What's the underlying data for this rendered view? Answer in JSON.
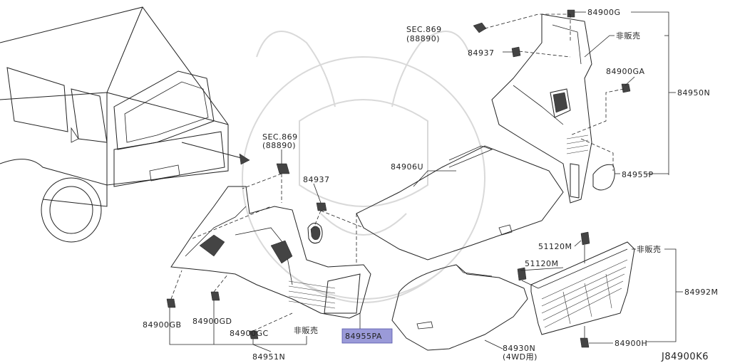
{
  "diagram_code": "J84900K6",
  "highlight_color": "#9a9ad8",
  "callouts": {
    "sec869_top": "SEC.869",
    "sec869_top_ref": "(88890)",
    "sec869_left": "SEC.869",
    "sec869_left_ref": "(88890)",
    "p84937_top": "84937",
    "p84937_left": "84937",
    "p84900G": "84900G",
    "hanbai_top": "非販売",
    "p84900GA": "84900GA",
    "p84950N": "84950N",
    "p84906U": "84906U",
    "p84955P": "84955P",
    "p51120M_a": "51120M",
    "p51120M_b": "51120M",
    "hanbai_right": "非販売",
    "p84992M": "84992M",
    "p84930N": "84930N",
    "p84930N_note": "(4WD用)",
    "p84900H": "84900H",
    "p84900GB": "84900GB",
    "p84900GD": "84900GD",
    "p84900GC": "84900GC",
    "hanbai_bottom": "非販売",
    "p84955PA": "84955PA",
    "p84951N": "84951N"
  }
}
